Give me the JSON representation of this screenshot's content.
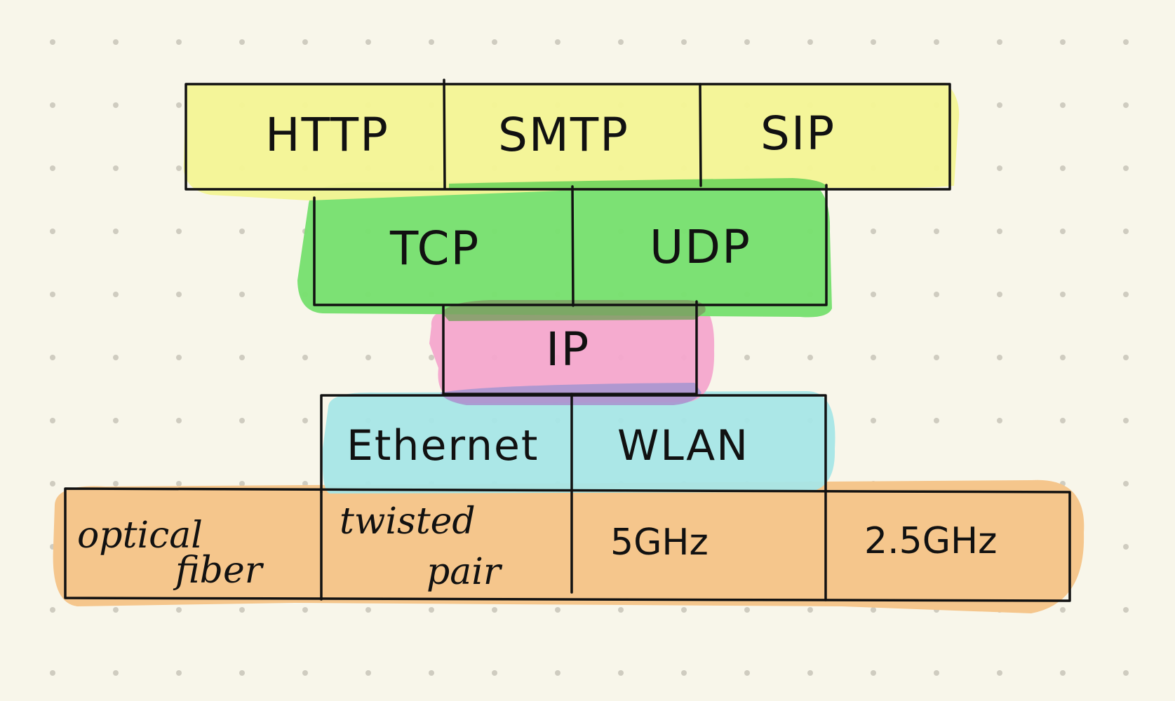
{
  "diagram": {
    "layers": {
      "application": {
        "color": "#f4f596",
        "cells": [
          "HTTP",
          "SMTP",
          "SIP"
        ]
      },
      "transport": {
        "color": "#78e06f",
        "cells": [
          "TCP",
          "UDP"
        ]
      },
      "network": {
        "color": "#f4a7cd",
        "cells": [
          "IP"
        ]
      },
      "link": {
        "color": "#a6e6e7",
        "cells": [
          "Ethernet",
          "WLAN"
        ]
      },
      "physical": {
        "color": "#f5c68c",
        "cells": [
          {
            "line1": "optical",
            "line2": "fiber"
          },
          {
            "line1": "twisted",
            "line2": "pair"
          },
          {
            "line1": "5GHz"
          },
          {
            "line1": "2.5GHz"
          }
        ]
      }
    },
    "dot_grid": true
  }
}
